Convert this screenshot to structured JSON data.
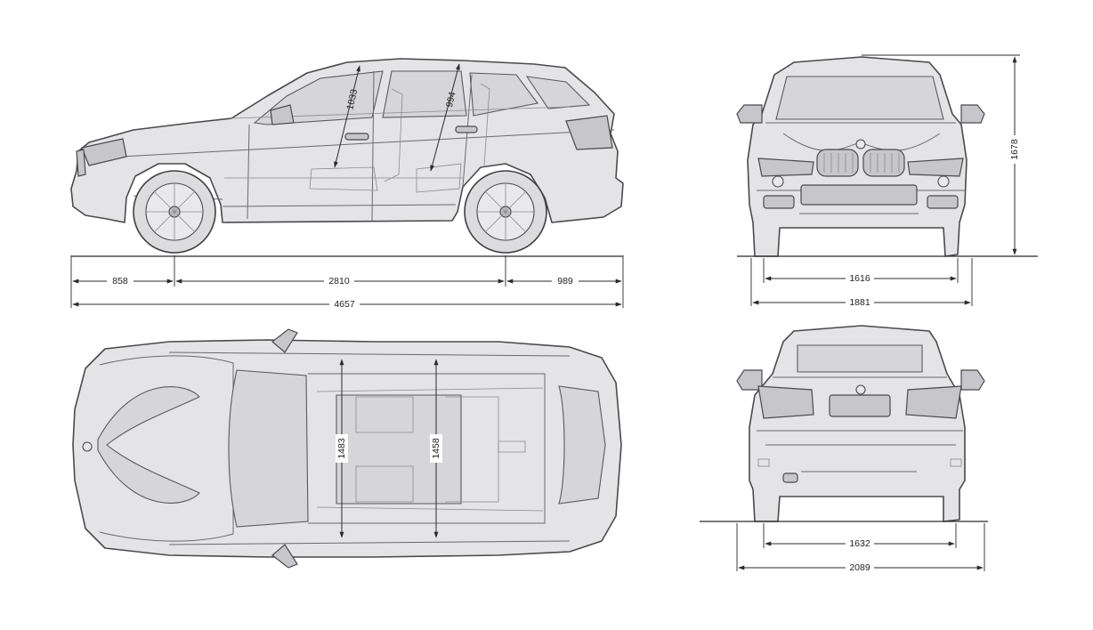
{
  "side_view": {
    "front_overhang": "858",
    "wheelbase": "2810",
    "rear_overhang": "989",
    "overall_length": "4657",
    "front_headroom": "1033",
    "rear_headroom": "994"
  },
  "front_view": {
    "overall_height": "1678",
    "front_track": "1616",
    "overall_width": "1881"
  },
  "top_view": {
    "front_shoulder_width": "1483",
    "rear_shoulder_width": "1458"
  },
  "rear_view": {
    "rear_track": "1632",
    "width_with_mirrors": "2089"
  },
  "colors": {
    "body_fill": "#e4e4e6",
    "outline": "#4a4a4d",
    "dimension_line": "#2b2b2b"
  }
}
